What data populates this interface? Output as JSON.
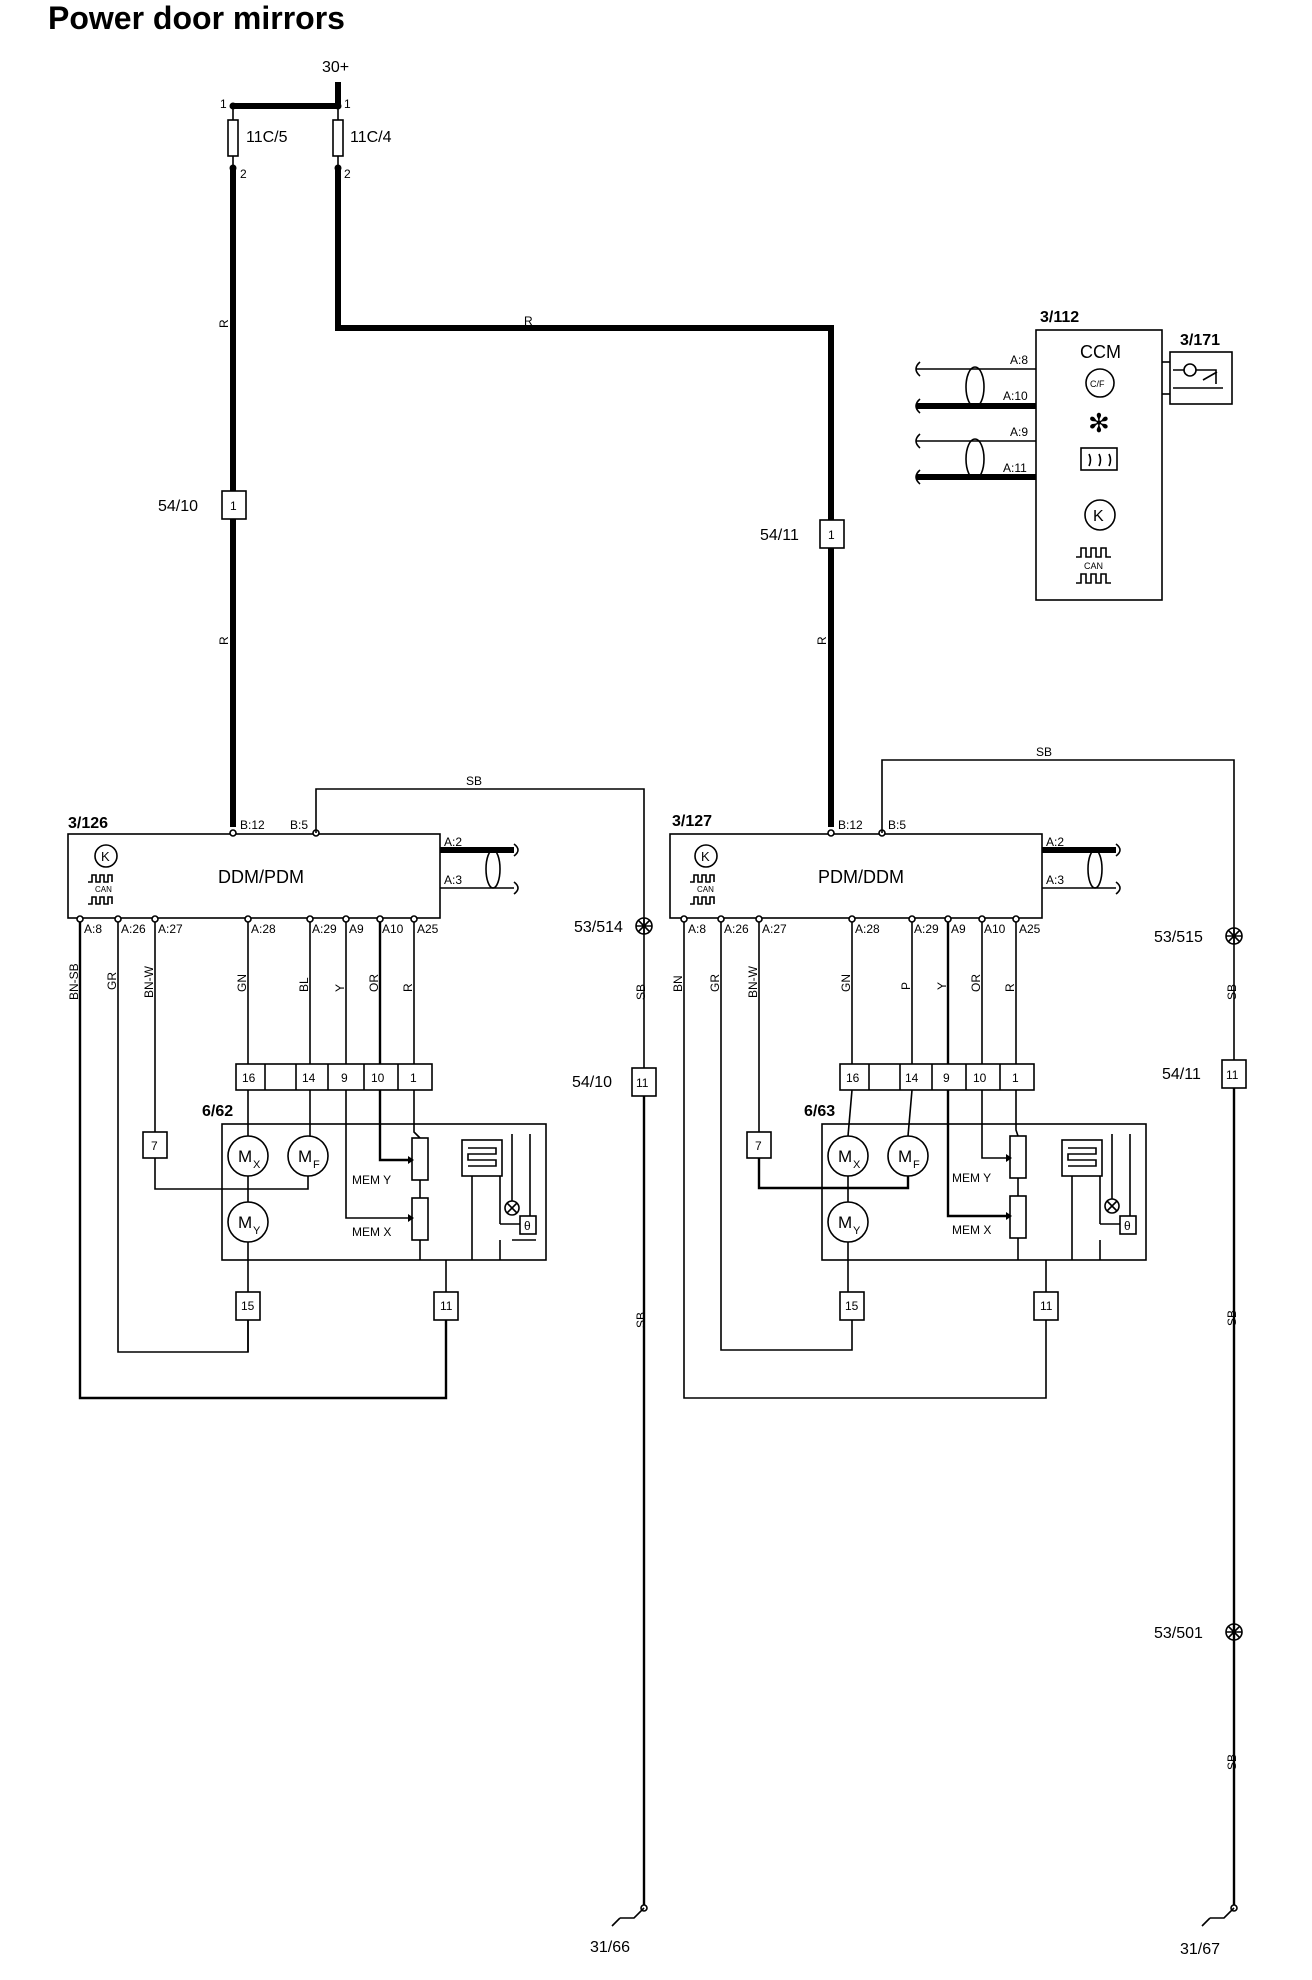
{
  "title": "Power door mirrors",
  "supply": {
    "label": "30+"
  },
  "fuses": [
    {
      "name": "11C/5",
      "pin_top": "1",
      "pin_bottom": "2"
    },
    {
      "name": "11C/4",
      "pin_top": "1",
      "pin_bottom": "2"
    }
  ],
  "wire_colors": {
    "r": "R",
    "sb": "SB",
    "bn_sb": "BN-SB",
    "bn": "BN",
    "gr": "GR",
    "bn_w": "BN-W",
    "gn": "GN",
    "bl": "BL",
    "p": "P",
    "y": "Y",
    "or": "OR"
  },
  "splices": {
    "s54_10": "54/10",
    "s54_11": "54/11",
    "conn_pin_1": "1",
    "conn_pin_11": "11"
  },
  "ground_points": {
    "g53_514": "53/514",
    "g53_515": "53/515",
    "g53_501": "53/501"
  },
  "grounds": {
    "g31_66": "31/66",
    "g31_67": "31/67"
  },
  "ccm": {
    "ref": "3/112",
    "name": "CCM",
    "sensor_ref": "3/171",
    "pins": [
      "A:8",
      "A:10",
      "A:9",
      "A:11"
    ],
    "can_label": "CAN",
    "temp_label": "C/F"
  },
  "left_module": {
    "ref": "3/126",
    "name": "DDM/PDM",
    "top_pins": [
      "B:12",
      "B:5"
    ],
    "side_pins": [
      "A:2",
      "A:3"
    ],
    "bottom_pins": [
      "A:8",
      "A:26",
      "A:27",
      "A:28",
      "A:29",
      "A9",
      "A10",
      "A25"
    ],
    "connector_pins": [
      "16",
      "14",
      "9",
      "10",
      "1"
    ]
  },
  "right_module": {
    "ref": "3/127",
    "name": "PDM/DDM",
    "top_pins": [
      "B:12",
      "B:5"
    ],
    "side_pins": [
      "A:2",
      "A:3"
    ],
    "bottom_pins": [
      "A:8",
      "A:26",
      "A:27",
      "A:28",
      "A:29",
      "A9",
      "A10",
      "A25"
    ],
    "connector_pins": [
      "16",
      "14",
      "9",
      "10",
      "1"
    ]
  },
  "left_mirror": {
    "ref": "6/62",
    "pin_7": "7",
    "pin_15": "15",
    "pin_11": "11",
    "mem_y": "MEM Y",
    "mem_x": "MEM X",
    "motor_m": "M",
    "sub_x": "X",
    "sub_y": "Y",
    "sub_f": "F"
  },
  "right_mirror": {
    "ref": "6/63",
    "pin_7": "7",
    "pin_15": "15",
    "pin_11": "11",
    "mem_y": "MEM Y",
    "mem_x": "MEM X",
    "motor_m": "M",
    "sub_x": "X",
    "sub_y": "Y",
    "sub_f": "F"
  },
  "can_label": "CAN"
}
